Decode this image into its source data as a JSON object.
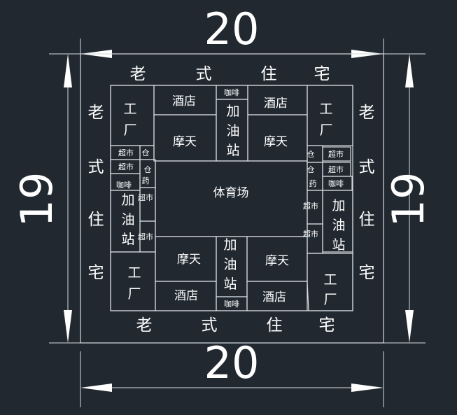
{
  "dimensions": {
    "top": "20",
    "bottom": "20",
    "left": "19",
    "right": "19"
  },
  "outer_ring": {
    "top": [
      "老",
      "式",
      "住",
      "宅"
    ],
    "bottom": [
      "老",
      "式",
      "住",
      "宅"
    ],
    "left": [
      "老",
      "式",
      "住",
      "宅"
    ],
    "right": [
      "老",
      "式",
      "住",
      "宅"
    ]
  },
  "center": {
    "stadium": "体育场"
  },
  "top_band": {
    "factory_left": [
      "工",
      "厂"
    ],
    "hotel_left": "酒店",
    "skyscraper_left": "摩天",
    "cafe": "咖啡",
    "gas_station": [
      "加",
      "油",
      "站"
    ],
    "hotel_right": "酒店",
    "skyscraper_right": "摩天",
    "factory_right": [
      "工",
      "厂"
    ]
  },
  "bottom_band": {
    "factory_left": [
      "工",
      "厂"
    ],
    "skyscraper_left": "摩天",
    "hotel_left": "酒店",
    "gas_station": [
      "加",
      "油",
      "站"
    ],
    "cafe": "咖啡",
    "skyscraper_right": "摩天",
    "hotel_right": "酒店",
    "factory_right": [
      "工",
      "厂"
    ]
  },
  "left_band": {
    "supermarket_1": "超市",
    "supermarket_2": "超市",
    "warehouse_1": "仓",
    "warehouse_2": "仓",
    "pharmacy": "药",
    "cafe": "咖啡",
    "supermarket_3": "超市",
    "supermarket_4": "超市",
    "gas_station": [
      "加",
      "油",
      "站"
    ]
  },
  "right_band": {
    "supermarket_1": "超市",
    "supermarket_2": "超市",
    "warehouse_1": "仓",
    "warehouse_2": "仓",
    "pharmacy": "药",
    "cafe": "咖啡",
    "supermarket_3": "超市",
    "supermarket_4": "超市",
    "gas_station": [
      "加",
      "油",
      "站"
    ]
  },
  "colors": {
    "background": "#212830",
    "line": "#d8dde2",
    "text": "#ffffff"
  }
}
